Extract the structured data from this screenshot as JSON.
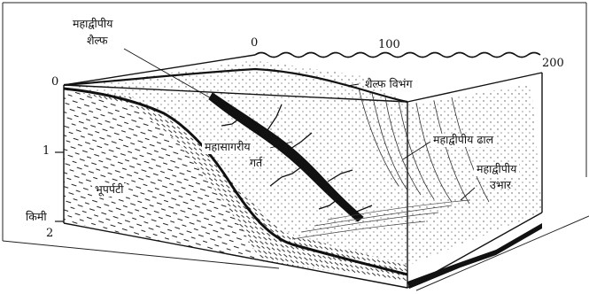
{
  "labels": {
    "continental_shelf_line1": "महाद्वीपीय",
    "continental_shelf_line2": "शैल्फ",
    "shelf_break": "शैल्फ विभंग",
    "oceanic_trench_line1": "महासागरीय",
    "oceanic_trench_line2": "गर्त",
    "continental_slope": "महाद्वीपीय ढाल",
    "continental_rise_line1": "महाद्वीपीय",
    "continental_rise_line2": "उभार",
    "crust": "भूपर्पटी",
    "km": "किमी"
  },
  "scale_top": [
    "0",
    "100",
    "200"
  ],
  "scale_depth": [
    "0",
    "1",
    "2"
  ],
  "colors": {
    "ink": "#111111",
    "paper": "#ffffff"
  }
}
